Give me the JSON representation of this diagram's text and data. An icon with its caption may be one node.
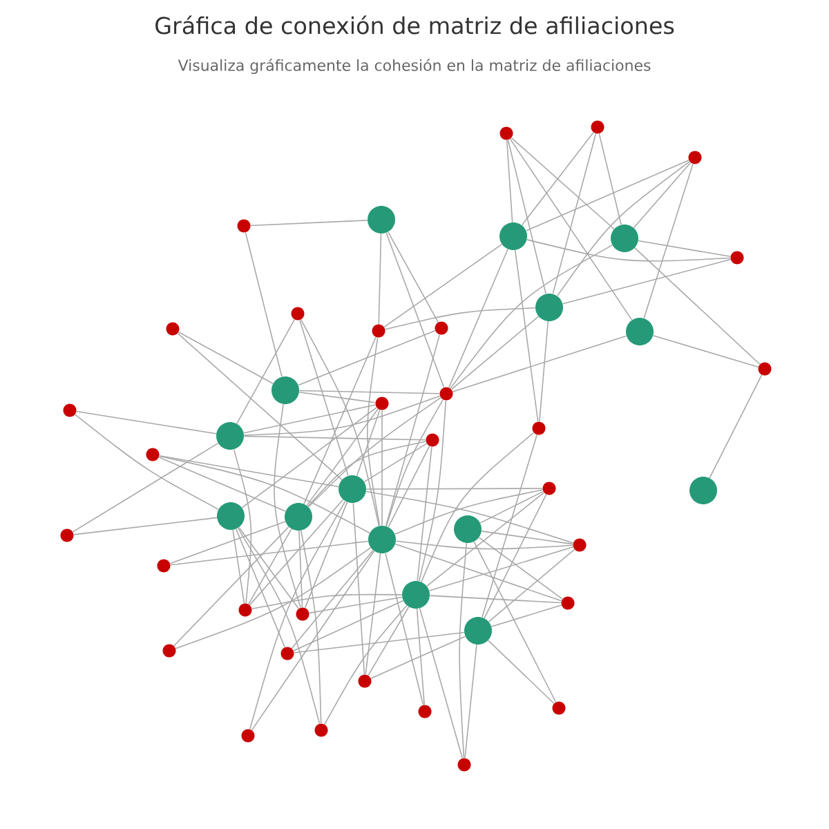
{
  "diagram": {
    "title": "Gráfica de conexión de matriz de afiliaciones",
    "labels": [
      "Visualiza gráficamente la cohesión en la matriz de afiliaciones"
    ],
    "nodes": [
      {
        "text": [],
        "shape": "circle"
      },
      {
        "text": [],
        "shape": "circle"
      },
      {
        "text": [],
        "shape": "circle"
      },
      {
        "text": [],
        "shape": "circle"
      },
      {
        "text": [],
        "shape": "circle"
      },
      {
        "text": [],
        "shape": "circle"
      },
      {
        "text": [],
        "shape": "circle"
      },
      {
        "text": [],
        "shape": "circle"
      },
      {
        "text": [],
        "shape": "circle"
      },
      {
        "text": [],
        "shape": "circle"
      },
      {
        "text": [],
        "shape": "circle"
      },
      {
        "text": [],
        "shape": "circle"
      },
      {
        "text": [],
        "shape": "circle"
      },
      {
        "text": [],
        "shape": "circle"
      },
      {
        "text": [],
        "shape": "circle"
      },
      {
        "text": [],
        "shape": "circle"
      },
      {
        "text": [],
        "shape": "circle"
      },
      {
        "text": [],
        "shape": "circle"
      },
      {
        "text": [],
        "shape": "circle"
      },
      {
        "text": [],
        "shape": "circle"
      },
      {
        "text": [],
        "shape": "circle"
      },
      {
        "text": [],
        "shape": "circle"
      },
      {
        "text": [],
        "shape": "circle"
      },
      {
        "text": [],
        "shape": "circle"
      },
      {
        "text": [],
        "shape": "circle"
      },
      {
        "text": [],
        "shape": "circle"
      },
      {
        "text": [],
        "shape": "circle"
      },
      {
        "text": [],
        "shape": "circle"
      },
      {
        "text": [],
        "shape": "circle"
      },
      {
        "text": [],
        "shape": "circle"
      },
      {
        "text": [],
        "shape": "circle"
      },
      {
        "text": [],
        "shape": "circle"
      },
      {
        "text": [],
        "shape": "circle"
      },
      {
        "text": [],
        "shape": "circle"
      },
      {
        "text": [],
        "shape": "circle"
      },
      {
        "text": [],
        "shape": "circle"
      },
      {
        "text": [],
        "shape": "circle"
      },
      {
        "text": [],
        "shape": "circle"
      },
      {
        "text": [],
        "shape": "circle"
      },
      {
        "text": [],
        "shape": "circle"
      },
      {
        "text": [],
        "shape": "circle"
      },
      {
        "text": [],
        "shape": "circle"
      },
      {
        "text": [],
        "shape": "circle"
      },
      {
        "text": [],
        "shape": "circle"
      },
      {
        "text": [],
        "shape": "circle"
      },
      {
        "text": [],
        "shape": "circle"
      }
    ],
    "edges": [
      {
        "from": 15,
        "to": 1,
        "arrow": "none"
      },
      {
        "from": 15,
        "to": 3,
        "arrow": "none"
      },
      {
        "from": 15,
        "to": 2,
        "arrow": "none"
      },
      {
        "from": 15,
        "to": 4,
        "arrow": "none"
      },
      {
        "from": 16,
        "to": 1,
        "arrow": "none"
      },
      {
        "from": 16,
        "to": 3,
        "arrow": "none"
      },
      {
        "from": 16,
        "to": 2,
        "arrow": "none"
      },
      {
        "from": 17,
        "to": 1,
        "arrow": "none"
      },
      {
        "from": 17,
        "to": 2,
        "arrow": "none"
      },
      {
        "from": 17,
        "to": 3,
        "arrow": "none"
      },
      {
        "from": 17,
        "to": 4,
        "arrow": "none"
      },
      {
        "from": 18,
        "to": 0,
        "arrow": "none"
      },
      {
        "from": 18,
        "to": 5,
        "arrow": "none"
      },
      {
        "from": 19,
        "to": 1,
        "arrow": "none"
      },
      {
        "from": 19,
        "to": 2,
        "arrow": "none"
      },
      {
        "from": 19,
        "to": 3,
        "arrow": "none"
      },
      {
        "from": 20,
        "to": 6,
        "arrow": "none"
      },
      {
        "from": 20,
        "to": 7,
        "arrow": "none"
      },
      {
        "from": 20,
        "to": 10,
        "arrow": "none"
      },
      {
        "from": 21,
        "to": 5,
        "arrow": "none"
      },
      {
        "from": 21,
        "to": 7,
        "arrow": "none"
      },
      {
        "from": 22,
        "to": 0,
        "arrow": "none"
      },
      {
        "from": 22,
        "to": 1,
        "arrow": "none"
      },
      {
        "from": 22,
        "to": 3,
        "arrow": "none"
      },
      {
        "from": 22,
        "to": 9,
        "arrow": "none"
      },
      {
        "from": 22,
        "to": 10,
        "arrow": "none"
      },
      {
        "from": 23,
        "to": 0,
        "arrow": "none"
      },
      {
        "from": 23,
        "to": 5,
        "arrow": "none"
      },
      {
        "from": 23,
        "to": 10,
        "arrow": "none"
      },
      {
        "from": 24,
        "to": 2,
        "arrow": "none"
      },
      {
        "from": 24,
        "to": 4,
        "arrow": "none"
      },
      {
        "from": 24,
        "to": 14,
        "arrow": "none"
      },
      {
        "from": 25,
        "to": 0,
        "arrow": "none"
      },
      {
        "from": 25,
        "to": 1,
        "arrow": "none"
      },
      {
        "from": 25,
        "to": 2,
        "arrow": "none"
      },
      {
        "from": 25,
        "to": 3,
        "arrow": "none"
      },
      {
        "from": 25,
        "to": 4,
        "arrow": "none"
      },
      {
        "from": 25,
        "to": 5,
        "arrow": "none"
      },
      {
        "from": 25,
        "to": 6,
        "arrow": "none"
      },
      {
        "from": 25,
        "to": 9,
        "arrow": "none"
      },
      {
        "from": 25,
        "to": 10,
        "arrow": "none"
      },
      {
        "from": 25,
        "to": 12,
        "arrow": "none"
      },
      {
        "from": 26,
        "to": 5,
        "arrow": "none"
      },
      {
        "from": 26,
        "to": 6,
        "arrow": "none"
      },
      {
        "from": 26,
        "to": 8,
        "arrow": "none"
      },
      {
        "from": 26,
        "to": 9,
        "arrow": "none"
      },
      {
        "from": 26,
        "to": 10,
        "arrow": "none"
      },
      {
        "from": 26,
        "to": 7,
        "arrow": "none"
      },
      {
        "from": 27,
        "to": 6,
        "arrow": "none"
      },
      {
        "from": 27,
        "to": 8,
        "arrow": "none"
      },
      {
        "from": 28,
        "to": 6,
        "arrow": "none"
      },
      {
        "from": 28,
        "to": 7,
        "arrow": "none"
      },
      {
        "from": 28,
        "to": 9,
        "arrow": "none"
      },
      {
        "from": 28,
        "to": 10,
        "arrow": "none"
      },
      {
        "from": 28,
        "to": 12,
        "arrow": "none"
      },
      {
        "from": 29,
        "to": 7,
        "arrow": "none"
      },
      {
        "from": 29,
        "to": 9,
        "arrow": "none"
      },
      {
        "from": 29,
        "to": 10,
        "arrow": "none"
      },
      {
        "from": 30,
        "to": 1,
        "arrow": "none"
      },
      {
        "from": 30,
        "to": 3,
        "arrow": "none"
      },
      {
        "from": 30,
        "to": 12,
        "arrow": "none"
      },
      {
        "from": 30,
        "to": 13,
        "arrow": "none"
      },
      {
        "from": 31,
        "to": 7,
        "arrow": "none"
      },
      {
        "from": 31,
        "to": 10,
        "arrow": "none"
      },
      {
        "from": 31,
        "to": 11,
        "arrow": "none"
      },
      {
        "from": 31,
        "to": 12,
        "arrow": "none"
      },
      {
        "from": 31,
        "to": 13,
        "arrow": "none"
      },
      {
        "from": 32,
        "to": 6,
        "arrow": "none"
      },
      {
        "from": 32,
        "to": 8,
        "arrow": "none"
      },
      {
        "from": 33,
        "to": 7,
        "arrow": "none"
      },
      {
        "from": 33,
        "to": 10,
        "arrow": "none"
      },
      {
        "from": 33,
        "to": 11,
        "arrow": "none"
      },
      {
        "from": 33,
        "to": 12,
        "arrow": "none"
      },
      {
        "from": 33,
        "to": 13,
        "arrow": "none"
      },
      {
        "from": 34,
        "to": 9,
        "arrow": "none"
      },
      {
        "from": 34,
        "to": 10,
        "arrow": "none"
      },
      {
        "from": 35,
        "to": 10,
        "arrow": "none"
      },
      {
        "from": 35,
        "to": 11,
        "arrow": "none"
      },
      {
        "from": 35,
        "to": 12,
        "arrow": "none"
      },
      {
        "from": 35,
        "to": 13,
        "arrow": "none"
      },
      {
        "from": 36,
        "to": 6,
        "arrow": "none"
      },
      {
        "from": 36,
        "to": 8,
        "arrow": "none"
      },
      {
        "from": 36,
        "to": 9,
        "arrow": "none"
      },
      {
        "from": 36,
        "to": 7,
        "arrow": "none"
      },
      {
        "from": 36,
        "to": 12,
        "arrow": "none"
      },
      {
        "from": 37,
        "to": 5,
        "arrow": "none"
      },
      {
        "from": 37,
        "to": 8,
        "arrow": "none"
      },
      {
        "from": 37,
        "to": 9,
        "arrow": "none"
      },
      {
        "from": 37,
        "to": 7,
        "arrow": "none"
      },
      {
        "from": 37,
        "to": 12,
        "arrow": "none"
      },
      {
        "from": 38,
        "to": 9,
        "arrow": "none"
      },
      {
        "from": 38,
        "to": 10,
        "arrow": "none"
      },
      {
        "from": 39,
        "to": 8,
        "arrow": "none"
      },
      {
        "from": 39,
        "to": 10,
        "arrow": "none"
      },
      {
        "from": 39,
        "to": 12,
        "arrow": "none"
      },
      {
        "from": 39,
        "to": 13,
        "arrow": "none"
      },
      {
        "from": 40,
        "to": 7,
        "arrow": "none"
      },
      {
        "from": 40,
        "to": 10,
        "arrow": "none"
      },
      {
        "from": 40,
        "to": 12,
        "arrow": "none"
      },
      {
        "from": 40,
        "to": 13,
        "arrow": "none"
      },
      {
        "from": 41,
        "to": 10,
        "arrow": "none"
      },
      {
        "from": 41,
        "to": 12,
        "arrow": "none"
      },
      {
        "from": 42,
        "to": 11,
        "arrow": "none"
      },
      {
        "from": 42,
        "to": 13,
        "arrow": "none"
      },
      {
        "from": 43,
        "to": 7,
        "arrow": "none"
      },
      {
        "from": 43,
        "to": 10,
        "arrow": "none"
      },
      {
        "from": 44,
        "to": 8,
        "arrow": "none"
      },
      {
        "from": 44,
        "to": 9,
        "arrow": "none"
      },
      {
        "from": 44,
        "to": 12,
        "arrow": "none"
      },
      {
        "from": 45,
        "to": 12,
        "arrow": "none"
      },
      {
        "from": 45,
        "to": 13,
        "arrow": "none"
      },
      {
        "from": 45,
        "to": 11,
        "arrow": "none"
      }
    ]
  }
}
